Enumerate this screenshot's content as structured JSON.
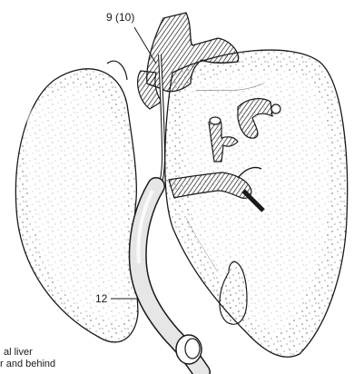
{
  "labels": {
    "vessel": "9 (10)",
    "catheter": "12"
  },
  "caption": {
    "line1": "al liver",
    "line2": "r and behind"
  },
  "colors": {
    "ink": "#1a1a1a",
    "catheter_fill": "#e6e6e6",
    "paper": "#ffffff"
  }
}
